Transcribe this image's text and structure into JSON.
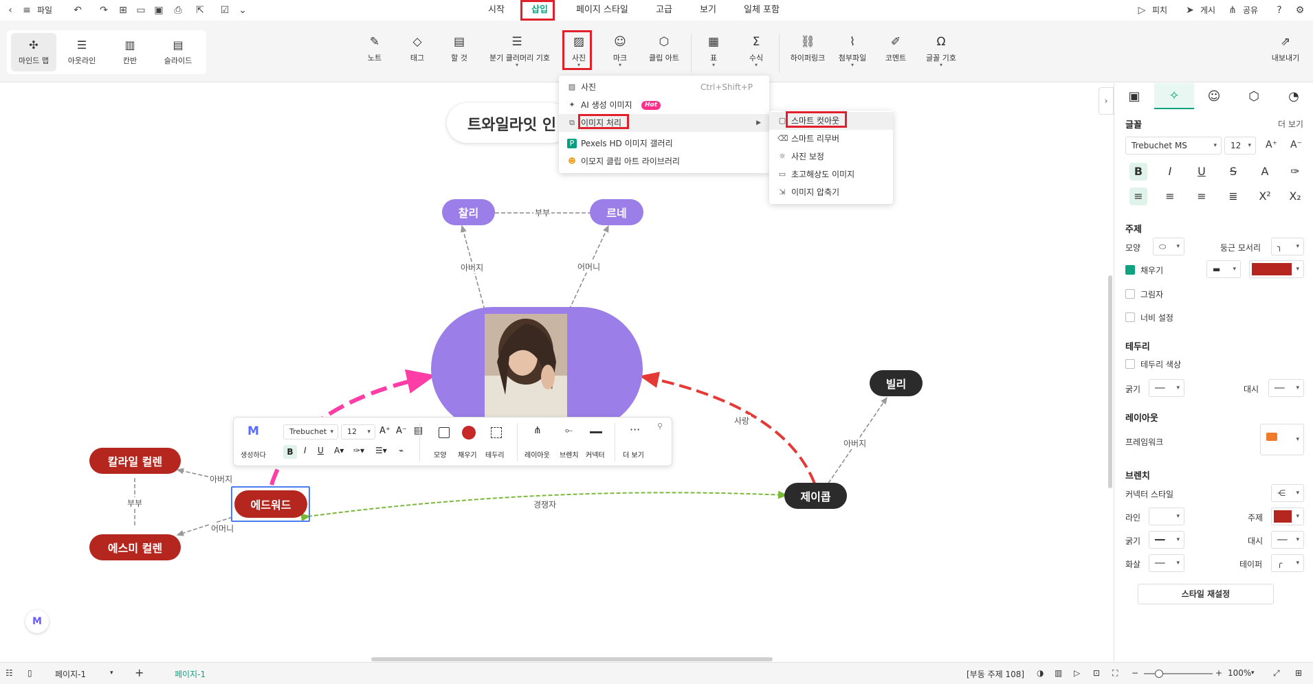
{
  "titlebar": {
    "file_label": "파일",
    "menu_tabs": [
      "시작",
      "삽입",
      "페이지 스타일",
      "고급",
      "보기",
      "일체 포함"
    ],
    "active_tab": "삽입",
    "right_items": [
      "피치",
      "게시",
      "공유"
    ]
  },
  "ribbon": {
    "views": [
      "마인드 맵",
      "아웃라인",
      "칸반",
      "슬라이드"
    ],
    "buttons": [
      "노트",
      "태그",
      "할 것",
      "분기 클러머리 기호",
      "사진",
      "마크",
      "클립 아트",
      "표",
      "수식",
      "하이퍼링크",
      "첨부파일",
      "코멘트",
      "글꼴 기호"
    ],
    "export_label": "내보내기"
  },
  "photo_menu": {
    "items": [
      "사진",
      "AI 생성 이미지",
      "이미지 처리",
      "Pexels HD 이미지 갤러리",
      "이모지 클립 아트 라이브러리"
    ],
    "shortcut": "Ctrl+Shift+P",
    "hot_badge": "Hot"
  },
  "image_submenu": {
    "items": [
      "스마트 컷아웃",
      "스마트 리무버",
      "사진 보정",
      "초고해상도 이미지",
      "이미지 압축기"
    ]
  },
  "canvas": {
    "title_fragment": "트와일라잇 인",
    "nodes": {
      "charlie": "찰리",
      "renee": "르네",
      "billy": "빌리",
      "jacob": "제이콥",
      "edward": "에드워드",
      "carlisle": "칼라일 컬렌",
      "esme": "에스미 컬렌"
    },
    "edge_labels": {
      "couple_top": "부부",
      "father_left": "아버지",
      "mother_top": "어머니",
      "love": "사랑",
      "father_billy": "아버지",
      "rival": "경쟁자",
      "father_edward": "아버지",
      "mother_edward": "어머니",
      "couple_left": "부부"
    },
    "colors": {
      "purple": "#9b7ee8",
      "red": "#b5261e",
      "dark": "#2b2b2b",
      "pink": "#ff3da6",
      "green": "#7ab83a"
    }
  },
  "floating_toolbar": {
    "ai_label": "생성하다",
    "font": "Trebuchet",
    "size": "12",
    "items": [
      "모양",
      "채우기",
      "테두리",
      "레이아웃",
      "브렌치",
      "커넥터",
      "더 보기"
    ]
  },
  "right_panel": {
    "font_section": "글꼴",
    "more": "더 보기",
    "font_name": "Trebuchet MS",
    "font_size": "12",
    "topic_section": "주제",
    "shape_label": "모양",
    "rounded_label": "둥근 모서리",
    "fill_label": "채우기",
    "shadow_label": "그림자",
    "width_label": "너비 설정",
    "border_section": "테두리",
    "border_color_label": "테두리 색상",
    "thickness_label": "굵기",
    "dash_label": "대시",
    "layout_section": "레이아웃",
    "framework_label": "프레임워크",
    "branch_section": "브렌치",
    "connector_style_label": "커넥터 스타일",
    "line_label": "라인",
    "topic_label": "주제",
    "thickness2_label": "굵기",
    "dash2_label": "대시",
    "arrow_label": "화살",
    "taper_label": "테이퍼",
    "reset_label": "스타일 재설정",
    "fill_color": "#b5261e"
  },
  "statusbar": {
    "page_select": "페이지-1",
    "page_tab": "페이지-1",
    "floating_count": "[부동 주제 108]",
    "zoom": "100%"
  }
}
